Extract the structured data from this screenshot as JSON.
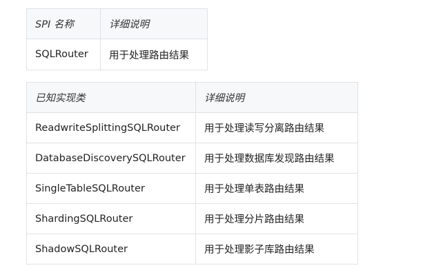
{
  "spi_table": {
    "headers": [
      "SPI 名称",
      "详细说明"
    ],
    "rows": [
      [
        "SQLRouter",
        "用于处理路由结果"
      ]
    ]
  },
  "impl_table": {
    "headers": [
      "已知实现类",
      "详细说明"
    ],
    "rows": [
      [
        "ReadwriteSplittingSQLRouter",
        "用于处理读写分离路由结果"
      ],
      [
        "DatabaseDiscoverySQLRouter",
        "用于处理数据库发现路由结果"
      ],
      [
        "SingleTableSQLRouter",
        "用于处理单表路由结果"
      ],
      [
        "ShardingSQLRouter",
        "用于处理分片路由结果"
      ],
      [
        "ShadowSQLRouter",
        "用于处理影子库路由结果"
      ]
    ]
  }
}
